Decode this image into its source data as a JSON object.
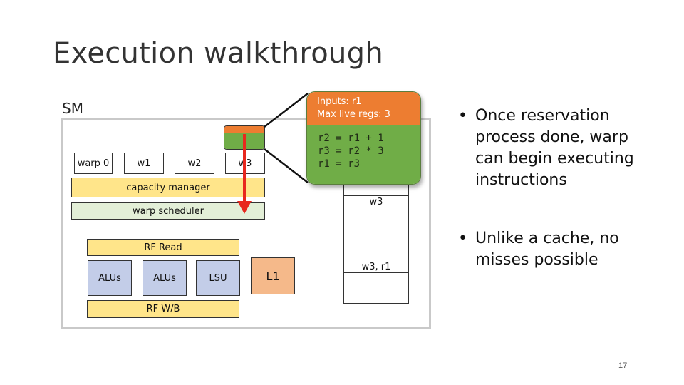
{
  "slide": {
    "title": "Execution walkthrough",
    "sm_label": "SM",
    "page_number": "17"
  },
  "warps": [
    "warp 0",
    "w1",
    "w2",
    "w3"
  ],
  "units": {
    "capacity_manager": "capacity manager",
    "warp_scheduler": "warp scheduler",
    "rf_read": "RF Read",
    "rf_wb": "RF W/B",
    "alu1": "ALUs",
    "alu2": "ALUs",
    "lsu": "LSU",
    "l1": "L1"
  },
  "table": {
    "row1": "w3",
    "row2": "w3, r1"
  },
  "popup": {
    "inputs": "Inputs: r1",
    "max_live": "Max live regs: 3",
    "code": [
      "r2 = r1 + 1",
      "r3 = r2 * 3",
      "r1 = r3"
    ]
  },
  "bullets": [
    "Once reservation process done, warp can begin executing instructions",
    "Unlike a cache, no misses possible"
  ],
  "colors": {
    "orange": "#ed7d31",
    "green": "#70ad47",
    "yellow": "#ffe58a",
    "arrow_red": "#e8281e"
  }
}
